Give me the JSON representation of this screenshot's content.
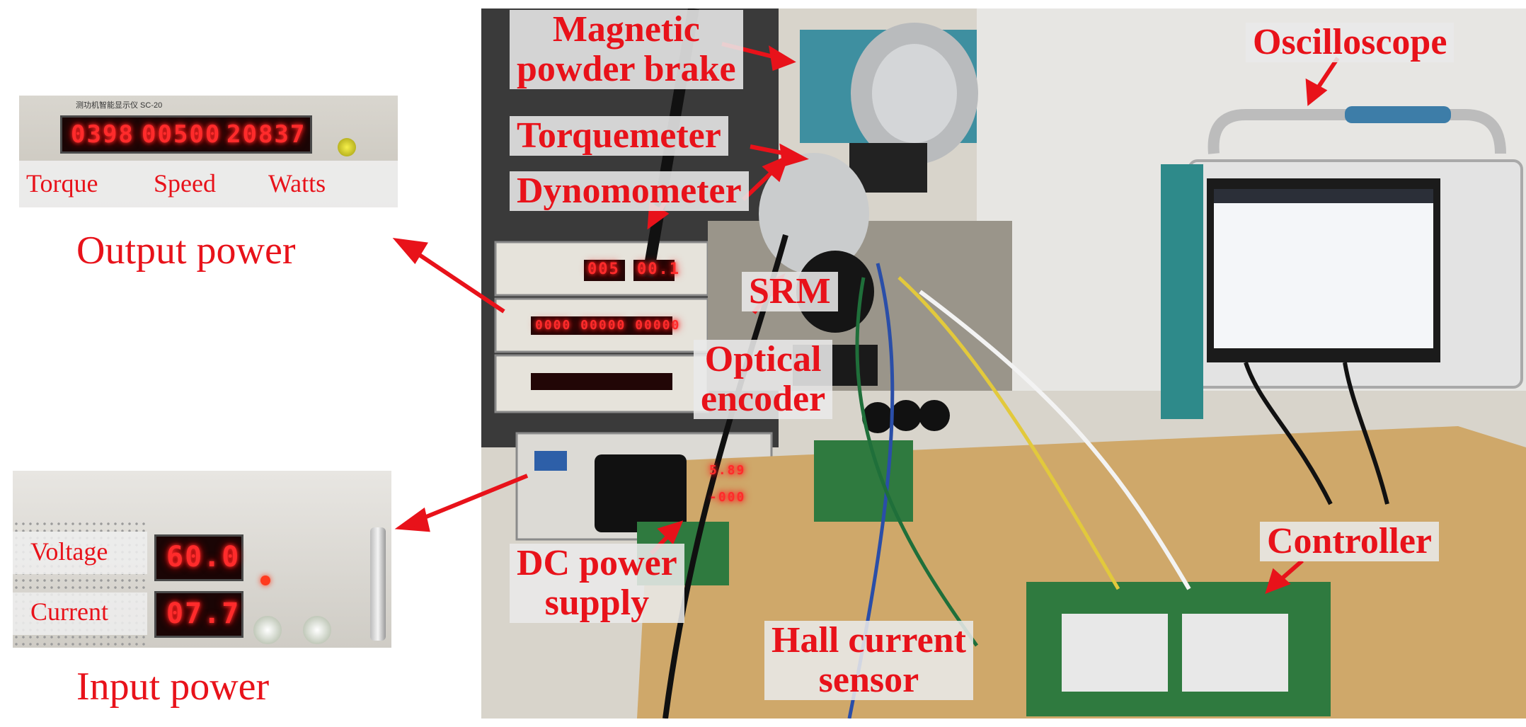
{
  "output_inset": {
    "readings": [
      "0398",
      "00500",
      "20837"
    ],
    "labels": {
      "torque": "Torque",
      "speed": "Speed",
      "watts": "Watts"
    },
    "caption": "Output power"
  },
  "input_inset": {
    "voltage_reading": "60.0",
    "current_reading": "07.7",
    "labels": {
      "voltage": "Voltage",
      "current": "Current"
    },
    "caption": "Input power"
  },
  "photo_labels": {
    "brake": "Magnetic\npowder brake",
    "torquemeter": "Torquemeter",
    "dynamometer": "Dynomometer",
    "srm": "SRM",
    "encoder": "Optical\nencoder",
    "dc_supply": "DC power\nsupply",
    "hall_sensor": "Hall current\nsensor",
    "oscilloscope": "Oscilloscope",
    "controller": "Controller"
  },
  "rack_readings": [
    "005",
    "00.1",
    "0000 00000 00000",
    "5.89",
    "-000"
  ],
  "colors": {
    "annotation_red": "#e8121a",
    "label_bg": "#e9e9e9",
    "led_red": "#ff2b2b",
    "pcb_green": "#2f7a3f"
  }
}
